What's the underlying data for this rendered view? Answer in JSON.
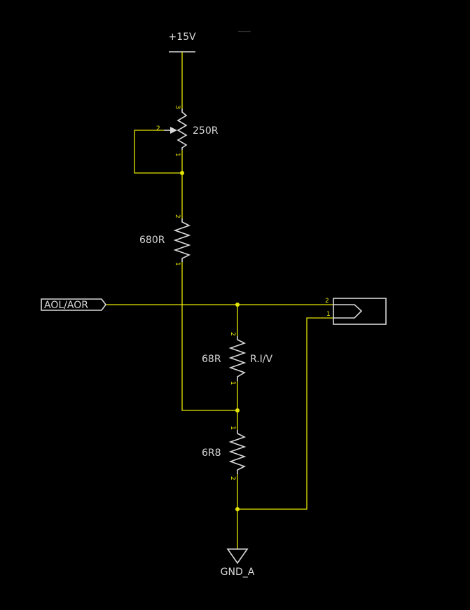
{
  "power": {
    "label": "+15V"
  },
  "ground": {
    "label": "GND_A"
  },
  "port": {
    "label": "AOL/AOR"
  },
  "components": {
    "r_pot": {
      "value": "250R",
      "pin_wiper": "2",
      "pin_top": "3",
      "pin_bottom": "1"
    },
    "r_680": {
      "value": "680R",
      "pin_top": "2",
      "pin_bottom": "1"
    },
    "r_68": {
      "value": "68R",
      "ref": "R.I/V",
      "pin_top": "2",
      "pin_bottom": "1"
    },
    "r_6r8": {
      "value": "6R8",
      "pin_top": "1",
      "pin_bottom": "2"
    },
    "connector": {
      "pin_top": "2",
      "pin_bottom": "1"
    }
  },
  "colors": {
    "background": "#000000",
    "wire": "#e6e600",
    "component": "#d8d8d8"
  }
}
